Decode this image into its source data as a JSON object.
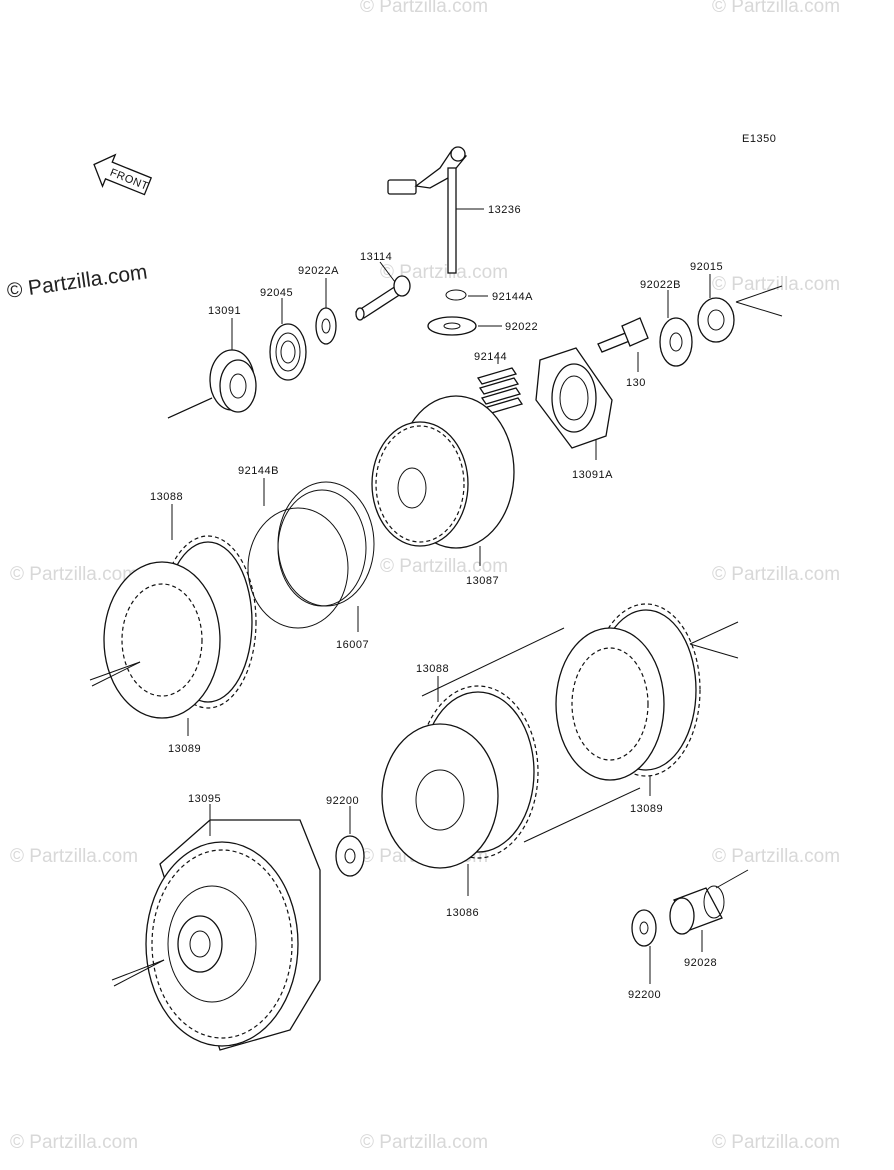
{
  "diagram_code": "E1350",
  "front_label": "FRONT",
  "watermark": "© Partzilla.com",
  "parts": {
    "p13236": "13236",
    "p13114": "13114",
    "p92022A": "92022A",
    "p92045": "92045",
    "p13091": "13091",
    "p92144A": "92144A",
    "p92022": "92022",
    "p92144": "92144",
    "p92022B": "92022B",
    "p92015": "92015",
    "p130": "130",
    "p13091A": "13091A",
    "p92144B": "92144B",
    "p13088_left": "13088",
    "p13087": "13087",
    "p16007": "16007",
    "p13089_left": "13089",
    "p13088_mid": "13088",
    "p13089_right": "13089",
    "p13095": "13095",
    "p92200_mid": "92200",
    "p13086": "13086",
    "p92028": "92028",
    "p92200_right": "92200"
  }
}
